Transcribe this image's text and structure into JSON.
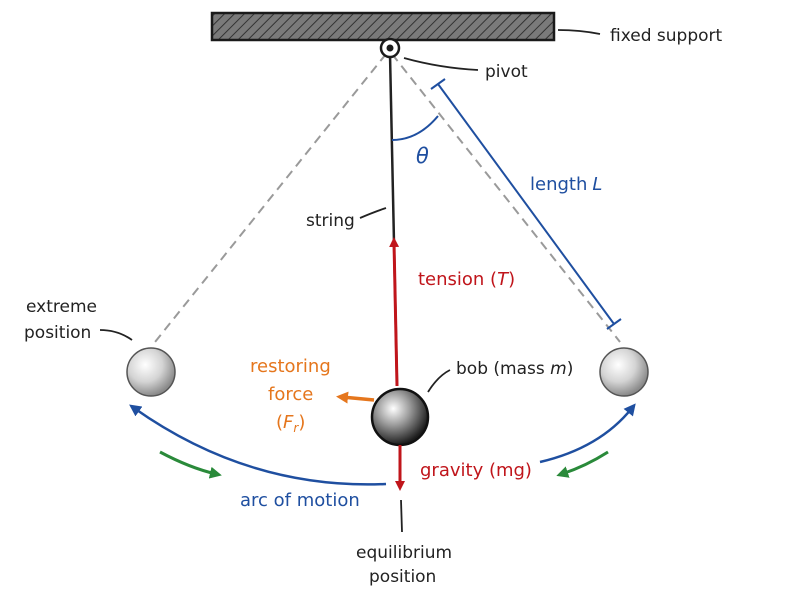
{
  "labels": {
    "fixed_support": "fixed support",
    "pivot": "pivot",
    "theta": "θ",
    "length_text": "length",
    "length_symbol": "L",
    "string": "string",
    "tension_text": "tension (",
    "tension_symbol": "T",
    "tension_close": ")",
    "extreme_line1": "extreme",
    "extreme_line2": "position",
    "restoring_line1": "restoring",
    "restoring_line2": "force",
    "restoring_open": "(",
    "restoring_symbol": "F",
    "restoring_sub": "r",
    "restoring_close": ")",
    "bob_text": "bob (mass ",
    "bob_symbol": "m",
    "bob_close": ")",
    "gravity": "gravity (mg)",
    "arc_of_motion": "arc of motion",
    "equilibrium_line1": "equilibrium",
    "equilibrium_line2": "position"
  },
  "colors": {
    "red": "#c0151b",
    "blue": "#1f4fa0",
    "orange": "#e5761d",
    "green": "#2a8a3a",
    "dark": "#222222",
    "dashed_gray": "#9a9a9a"
  }
}
